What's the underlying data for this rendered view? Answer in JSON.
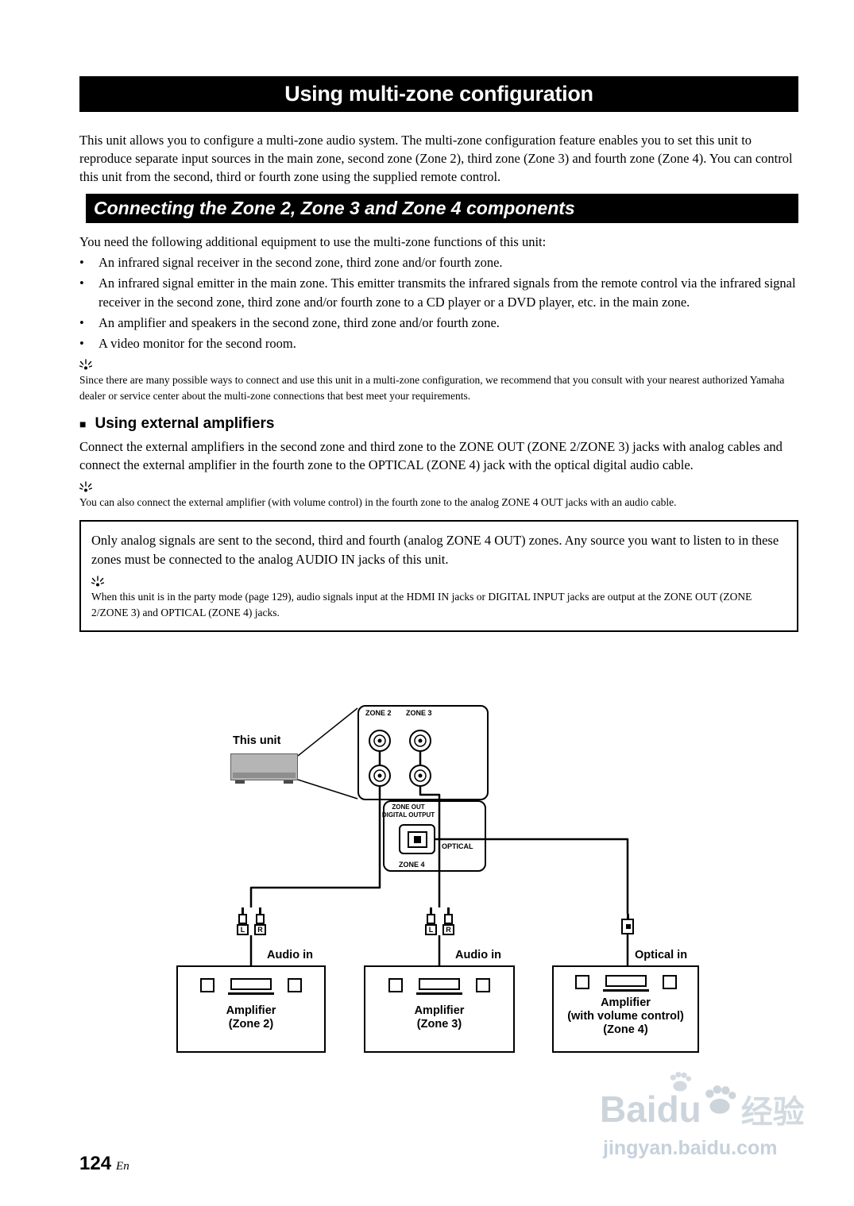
{
  "glyphs": {
    "bullet": "•",
    "square": "■"
  },
  "header": {
    "title": "Using multi-zone configuration"
  },
  "intro": "This unit allows you to configure a multi-zone audio system. The multi-zone configuration feature enables you to set this unit to reproduce separate input sources in the main zone, second zone (Zone 2), third zone (Zone 3) and fourth zone (Zone 4). You can control this unit from the second, third or fourth zone using the supplied remote control.",
  "section": {
    "title": "Connecting the Zone 2, Zone 3 and Zone 4 components",
    "lead": "You need the following additional equipment to use the multi-zone functions of this unit:",
    "bullets": [
      "An infrared signal receiver in the second zone, third zone and/or fourth zone.",
      "An infrared signal emitter in the main zone. This emitter transmits the infrared signals from the remote control via the infrared signal receiver in the second zone, third zone and/or fourth zone to a CD player or a DVD player, etc. in the main zone.",
      "An amplifier and speakers in the second zone, third zone and/or fourth zone.",
      "A video monitor for the second room."
    ],
    "tip": "Since there are many possible ways to connect and use this unit in a multi-zone configuration, we recommend that you consult with your nearest authorized Yamaha dealer or service center about the multi-zone connections that best meet your requirements."
  },
  "subsection": {
    "title": "Using external amplifiers",
    "body": "Connect the external amplifiers in the second zone and third zone to the ZONE OUT (ZONE 2/ZONE 3) jacks with analog cables and connect the external amplifier in the fourth zone to the OPTICAL (ZONE 4) jack with the optical digital audio cable.",
    "tip": "You can also connect the external amplifier (with volume control) in the fourth zone to the analog ZONE 4 OUT jacks with an audio cable."
  },
  "callout": {
    "body": "Only analog signals are sent to the second, third and fourth (analog ZONE 4 OUT) zones. Any source you want to listen to in these zones must be connected to the analog AUDIO IN jacks of this unit.",
    "tip": "When this unit is in the party mode (page 129), audio signals input at the HDMI IN jacks or DIGITAL INPUT jacks are output at the ZONE OUT (ZONE 2/ZONE 3) and OPTICAL (ZONE 4) jacks."
  },
  "diagram": {
    "this_unit": "This unit",
    "zone2": "ZONE 2",
    "zone3": "ZONE 3",
    "zone_out": "ZONE OUT",
    "digital_output": "DIGITAL OUTPUT",
    "optical": "OPTICAL",
    "zone4": "ZONE 4",
    "rca_l": "L",
    "rca_r": "R",
    "audio_in_1": "Audio in",
    "audio_in_2": "Audio in",
    "optical_in": "Optical in",
    "amp1": {
      "line1": "Amplifier",
      "line2": "(Zone 2)"
    },
    "amp2": {
      "line1": "Amplifier",
      "line2": "(Zone 3)"
    },
    "amp3": {
      "line1": "Amplifier",
      "line2": "(with volume control)",
      "line3": "(Zone 4)"
    }
  },
  "footer": {
    "page": "124",
    "lang": "En"
  },
  "watermark": {
    "brand": "Baidu",
    "tag": "经验",
    "url": "jingyan.baidu.com"
  }
}
